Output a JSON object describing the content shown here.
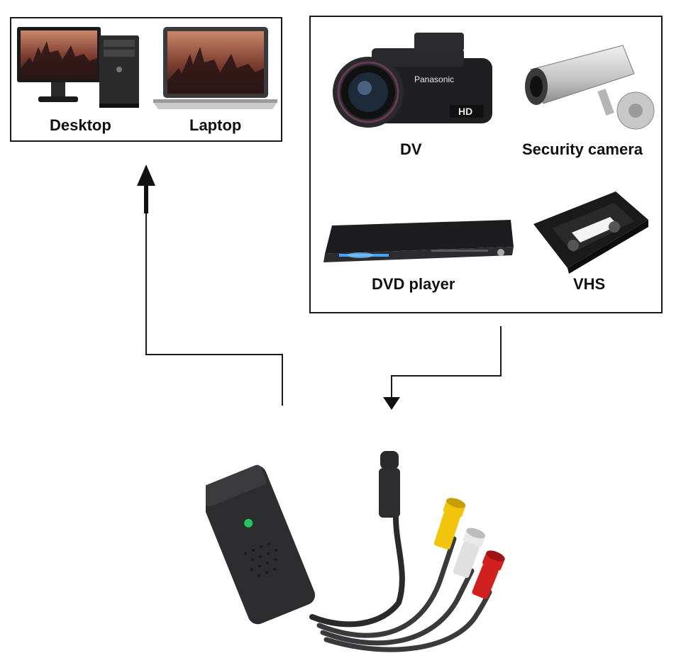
{
  "computers": {
    "items": [
      {
        "label": "Desktop",
        "icon": "desktop-computer-icon"
      },
      {
        "label": "Laptop",
        "icon": "laptop-icon"
      }
    ]
  },
  "sources": {
    "items": [
      {
        "label": "DV",
        "icon": "camcorder-icon",
        "brand": "Panasonic",
        "badge": "HD"
      },
      {
        "label": "Security camera",
        "icon": "security-camera-icon"
      },
      {
        "label": "DVD player",
        "icon": "dvd-player-icon"
      },
      {
        "label": "VHS",
        "icon": "vhs-tape-icon"
      }
    ]
  },
  "device": {
    "icon": "usb-video-capture-adapter-icon",
    "connectors": [
      "s-video",
      "yellow-rca",
      "white-rca",
      "red-rca"
    ]
  },
  "colors": {
    "rca_yellow": "#f2c40c",
    "rca_white": "#e9e9e9",
    "rca_red": "#d21f1f",
    "led_green": "#22c55e",
    "body_dark": "#2d2d2f"
  }
}
